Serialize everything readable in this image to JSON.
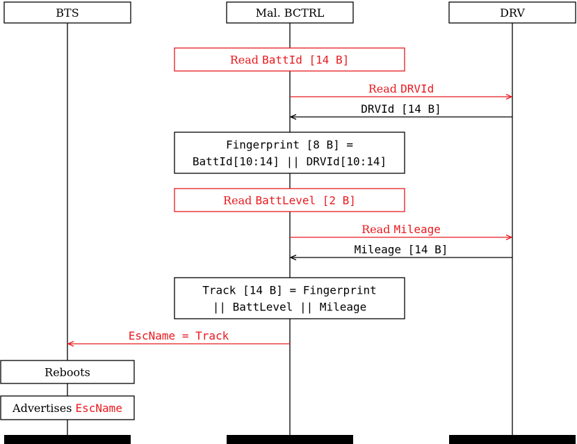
{
  "colors": {
    "primary": "#000000",
    "highlight": "#e8191e",
    "background": "#ffffff"
  },
  "participants": [
    {
      "id": "bts",
      "label": "BTS"
    },
    {
      "id": "bctrl",
      "label": "Mal. BCTRL"
    },
    {
      "id": "drv",
      "label": "DRV"
    }
  ],
  "steps": [
    {
      "kind": "note",
      "color": "highlight",
      "lines": [
        [
          {
            "text": "Read ",
            "font": "serif"
          },
          {
            "text": "BattId [14 B]",
            "font": "mono"
          }
        ]
      ]
    },
    {
      "kind": "message",
      "direction": "bctrl-to-drv",
      "color": "highlight",
      "parts": [
        {
          "text": "Read ",
          "font": "serif"
        },
        {
          "text": "DRVId",
          "font": "mono"
        }
      ]
    },
    {
      "kind": "message",
      "direction": "drv-to-bctrl",
      "color": "primary",
      "parts": [
        {
          "text": "DRVId [14 B]",
          "font": "mono"
        }
      ]
    },
    {
      "kind": "note",
      "color": "primary",
      "lines": [
        [
          {
            "text": "Fingerprint [8 B] = ",
            "font": "mono"
          }
        ],
        [
          {
            "text": "BattId[10:14] || DRVId[10:14]",
            "font": "mono"
          }
        ]
      ]
    },
    {
      "kind": "note",
      "color": "highlight",
      "lines": [
        [
          {
            "text": "Read ",
            "font": "serif"
          },
          {
            "text": "BattLevel [2 B]",
            "font": "mono"
          }
        ]
      ]
    },
    {
      "kind": "message",
      "direction": "bctrl-to-drv",
      "color": "highlight",
      "parts": [
        {
          "text": "Read ",
          "font": "serif"
        },
        {
          "text": "Mileage",
          "font": "mono"
        }
      ]
    },
    {
      "kind": "message",
      "direction": "drv-to-bctrl",
      "color": "primary",
      "parts": [
        {
          "text": "Mileage [14 B]",
          "font": "mono"
        }
      ]
    },
    {
      "kind": "note",
      "color": "primary",
      "lines": [
        [
          {
            "text": "Track [14 B] = Fingerprint",
            "font": "mono"
          }
        ],
        [
          {
            "text": "|| BattLevel || Mileage",
            "font": "mono"
          }
        ]
      ]
    },
    {
      "kind": "message",
      "direction": "bctrl-to-bts",
      "color": "highlight",
      "parts": [
        {
          "text": "EscName = Track",
          "font": "mono"
        }
      ]
    },
    {
      "kind": "bts-note",
      "color": "primary",
      "parts": [
        {
          "text": "Reboots",
          "font": "serif",
          "color": "primary"
        }
      ]
    },
    {
      "kind": "bts-note",
      "color": "primary",
      "parts": [
        {
          "text": "Advertises ",
          "font": "serif",
          "color": "primary"
        },
        {
          "text": "EscName",
          "font": "mono",
          "color": "highlight"
        }
      ]
    }
  ]
}
